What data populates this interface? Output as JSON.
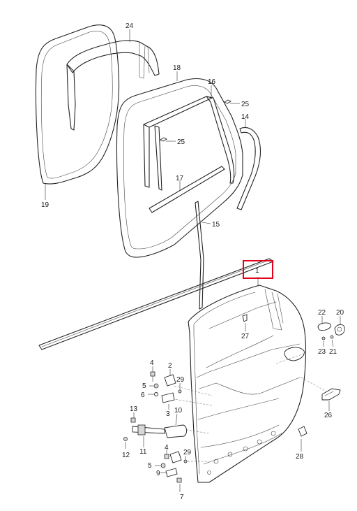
{
  "diagram": {
    "callouts": [
      {
        "id": "c1",
        "label": "1",
        "highlighted": true
      },
      {
        "id": "c2",
        "label": "2"
      },
      {
        "id": "c3",
        "label": "3"
      },
      {
        "id": "c4a",
        "label": "4"
      },
      {
        "id": "c4b",
        "label": "4"
      },
      {
        "id": "c5a",
        "label": "5"
      },
      {
        "id": "c5b",
        "label": "5"
      },
      {
        "id": "c6",
        "label": "6"
      },
      {
        "id": "c7",
        "label": "7"
      },
      {
        "id": "c9",
        "label": "9"
      },
      {
        "id": "c10",
        "label": "10"
      },
      {
        "id": "c11",
        "label": "11"
      },
      {
        "id": "c12",
        "label": "12"
      },
      {
        "id": "c13",
        "label": "13"
      },
      {
        "id": "c14",
        "label": "14"
      },
      {
        "id": "c15",
        "label": "15"
      },
      {
        "id": "c16",
        "label": "16"
      },
      {
        "id": "c17",
        "label": "17"
      },
      {
        "id": "c18",
        "label": "18"
      },
      {
        "id": "c19",
        "label": "19"
      },
      {
        "id": "c20",
        "label": "20"
      },
      {
        "id": "c21",
        "label": "21"
      },
      {
        "id": "c22",
        "label": "22"
      },
      {
        "id": "c23",
        "label": "23"
      },
      {
        "id": "c24",
        "label": "24"
      },
      {
        "id": "c25a",
        "label": "25"
      },
      {
        "id": "c25b",
        "label": "25"
      },
      {
        "id": "c26",
        "label": "26"
      },
      {
        "id": "c27",
        "label": "27"
      },
      {
        "id": "c28",
        "label": "28"
      },
      {
        "id": "c29a",
        "label": "29"
      },
      {
        "id": "c29b",
        "label": "29"
      }
    ],
    "highlight_color": "#e3001b",
    "line_color": "#222222"
  }
}
